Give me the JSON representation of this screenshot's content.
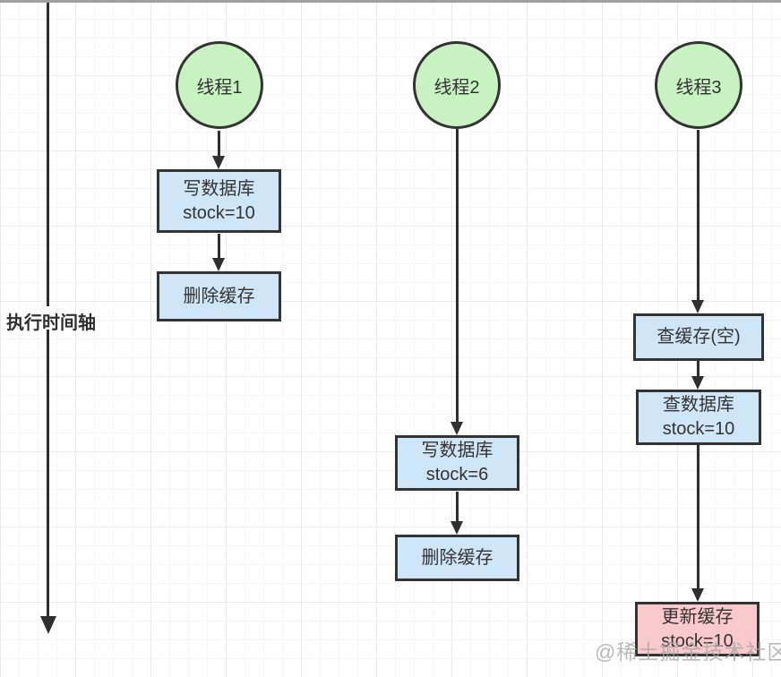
{
  "colors": {
    "thread_fill": "#c9f2c3",
    "thread_border": "#333333",
    "step_fill": "#cfe6f9",
    "step_border": "#333333",
    "highlight_fill": "#f9c9cb",
    "arrow": "#2f2f2f",
    "grid_minor": "#f6f6f6",
    "grid_major": "#ebebeb"
  },
  "timeline": {
    "label": "执行时间轴"
  },
  "threads": [
    {
      "name": "线程1",
      "steps": [
        {
          "line1": "写数据库",
          "line2": "stock=10"
        },
        {
          "line1": "删除缓存"
        }
      ]
    },
    {
      "name": "线程2",
      "steps": [
        {
          "line1": "写数据库",
          "line2": "stock=6"
        },
        {
          "line1": "删除缓存"
        }
      ]
    },
    {
      "name": "线程3",
      "steps": [
        {
          "line1": "查缓存(空)"
        },
        {
          "line1": "查数据库",
          "line2": "stock=10"
        },
        {
          "line1": "更新缓存",
          "line2": "stock=10",
          "highlight": true
        }
      ]
    }
  ],
  "watermark": "@稀土掘金技术社区"
}
